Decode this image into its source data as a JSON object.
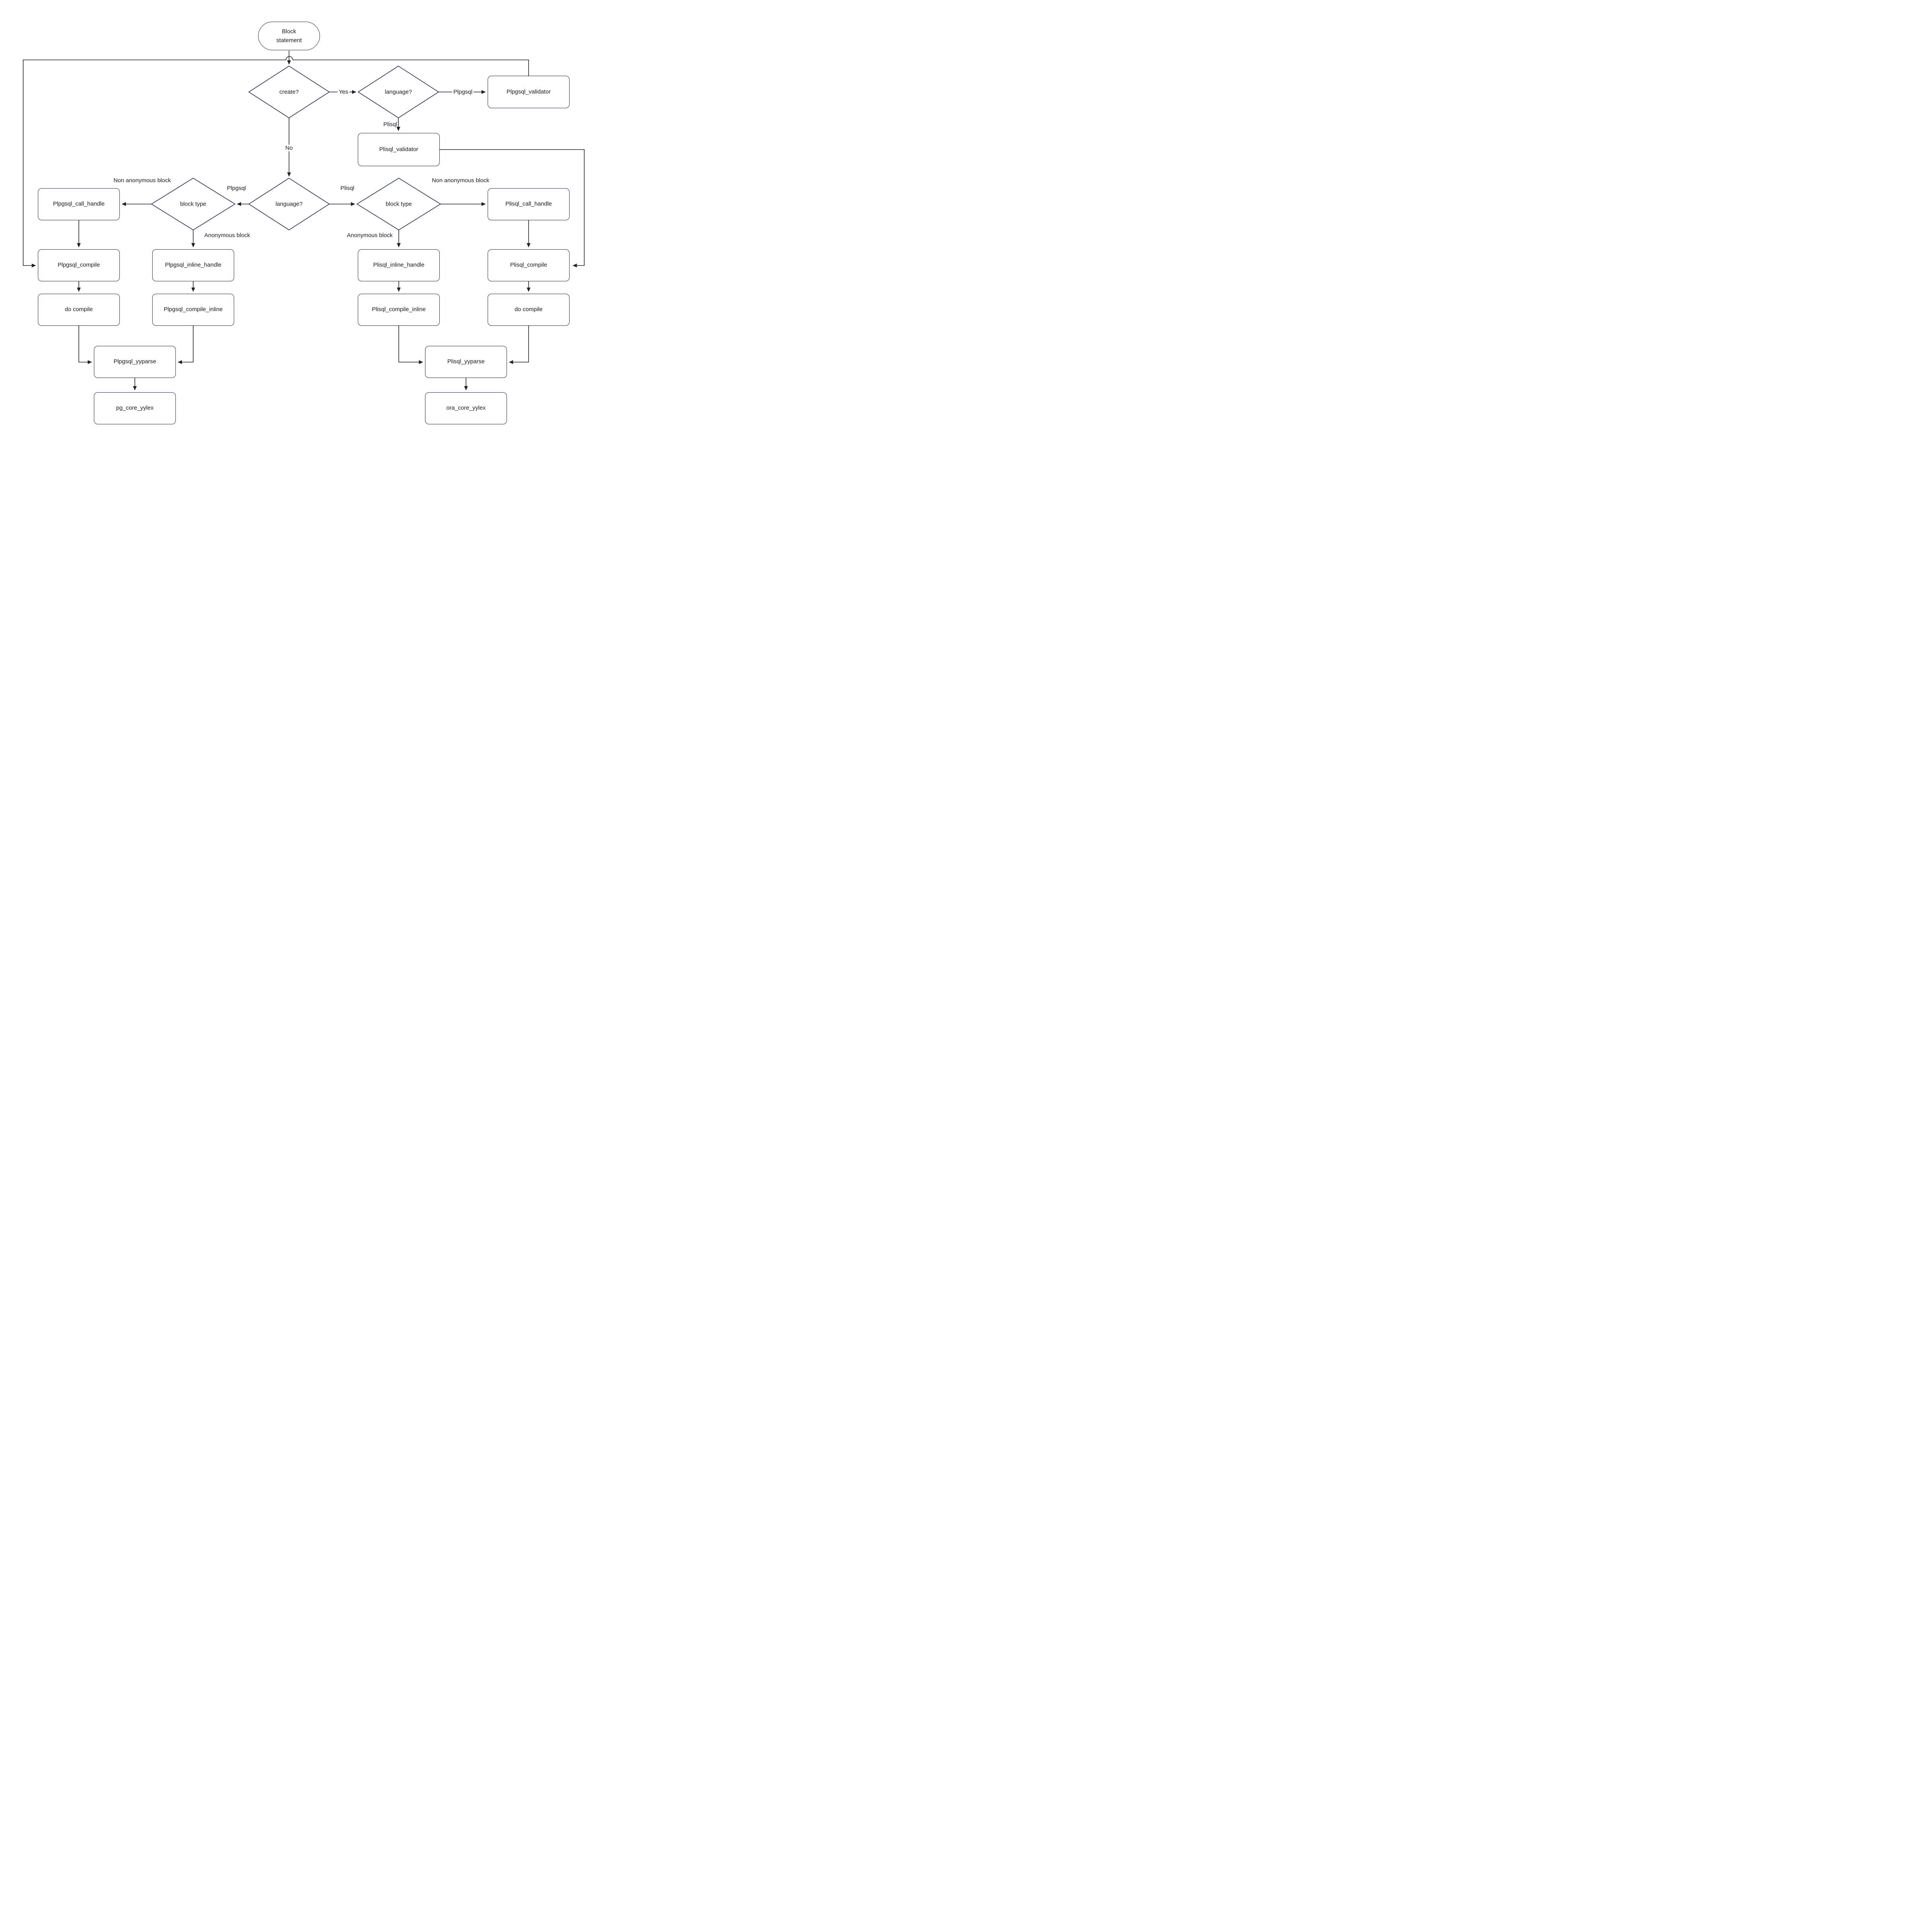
{
  "colors": {
    "shape_border": "#1c2a52",
    "connector": "#212121",
    "text": "#1a1a1a",
    "background": "#ffffff"
  },
  "nodes": {
    "block_statement": {
      "label": "Block statement"
    },
    "create_decision": {
      "label": "create?"
    },
    "language_decision_top": {
      "label": "language?"
    },
    "plpgsql_validator": {
      "label": "Plpgsql_validator"
    },
    "plisql_validator": {
      "label": "Plisql_validator"
    },
    "language_decision_main": {
      "label": "language?"
    },
    "block_type_left": {
      "label": "block type"
    },
    "block_type_right": {
      "label": "block type"
    },
    "plpgsql_call_handle": {
      "label": "Plpgsql_call_handle"
    },
    "plisql_call_handle": {
      "label": "Plisql_call_handle"
    },
    "plpgsql_compile": {
      "label": "Plpgsql_compile"
    },
    "plpgsql_inline_handle": {
      "label": "Plpgsql_inline_handle"
    },
    "plisql_inline_handle": {
      "label": "Plisql_inline_handle"
    },
    "plisql_compile": {
      "label": "Plisql_compile"
    },
    "do_compile_left": {
      "label": "do compile"
    },
    "plpgsql_compile_inline": {
      "label": "Plpgsql_compile_inline"
    },
    "plisql_compile_inline": {
      "label": "Plisql_compile_inline"
    },
    "do_compile_right": {
      "label": "do compile"
    },
    "plpgsql_yyparse": {
      "label": "Plpgsql_yyparse"
    },
    "pg_core_yylex": {
      "label": "pg_core_yylex"
    },
    "plisql_yyparse": {
      "label": "Plisql_yyparse"
    },
    "ora_core_yylex": {
      "label": "ora_core_yylex"
    }
  },
  "edge_labels": {
    "yes": "Yes",
    "no": "No",
    "plpgsql_create": "Plpgsql",
    "plisql_create": "Plisql",
    "plpgsql_language": "Plpgsql",
    "plisql_language": "Plisql",
    "non_anonymous_left": "Non anonymous block",
    "non_anonymous_right": "Non anonymous block",
    "anonymous_left": "Anonymous block",
    "anonymous_right": "Anonymous block"
  }
}
